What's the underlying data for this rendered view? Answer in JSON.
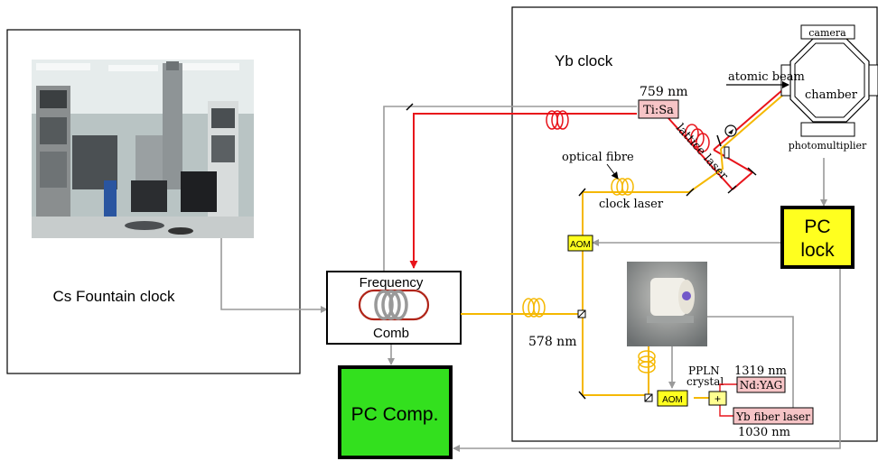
{
  "cs_clock": {
    "label": "Cs Fountain clock"
  },
  "comb": {
    "top_label": "Frequency",
    "bottom_label": "Comb"
  },
  "pc_comp": {
    "label": "PC Comp."
  },
  "yb_clock": {
    "title": "Yb clock",
    "camera": "camera",
    "atomic_beam": "atomic beam",
    "chamber": "chamber",
    "photomultiplier": "photomultiplier",
    "wavelength_759": "759 nm",
    "tisa": "Ti:Sa",
    "lattice_laser": "lattice laser",
    "optical_fibre": "optical fibre",
    "clock_laser": "clock laser",
    "pc_lock_line1": "PC",
    "pc_lock_line2": "lock",
    "aom_upper": "AOM",
    "aom_lower": "AOM",
    "wavelength_578": "578 nm",
    "ppln_line1": "PPLN",
    "ppln_line2": "crystal",
    "wavelength_1319": "1319 nm",
    "ndyag": "Nd:YAG",
    "sum_symbol": "+",
    "yb_fiber_laser": "Yb fiber laser",
    "wavelength_1030": "1030 nm"
  },
  "colors": {
    "red_beam": "#e8141b",
    "yellow_beam": "#f5b800",
    "pink_box": "#f6c4c6",
    "yellow_box": "#ffff1f",
    "green_box": "#33e01e",
    "gray_line": "#9a9a9a"
  }
}
